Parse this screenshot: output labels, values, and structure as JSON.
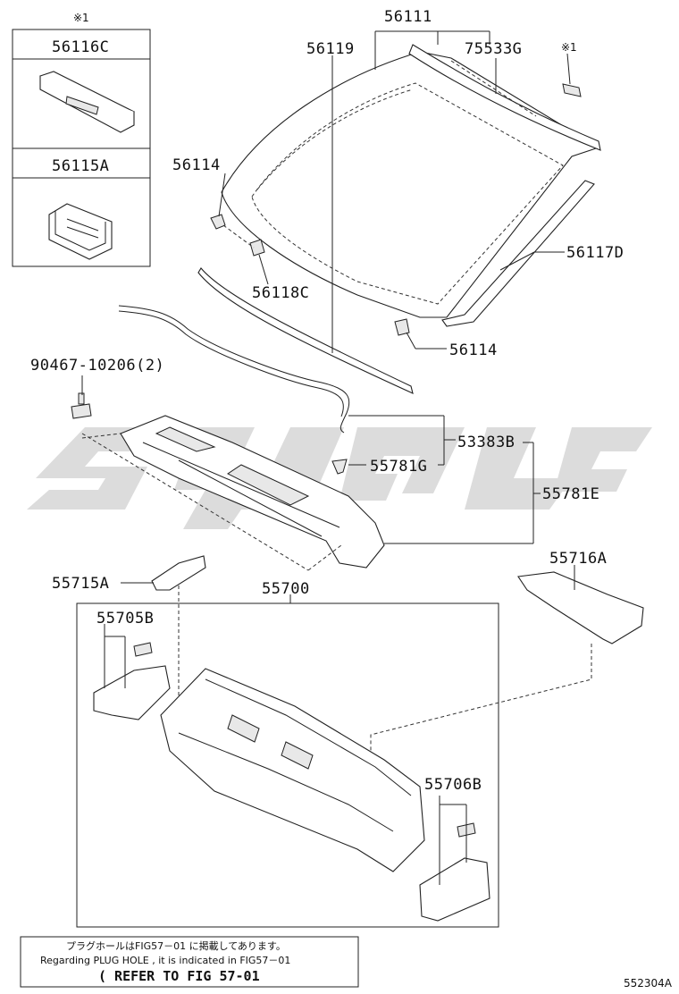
{
  "callouts": {
    "p56111": "56111",
    "p56119": "56119",
    "p75533G": "75533G",
    "p56116C": "56116C",
    "p56115A": "56115A",
    "p56114a": "56114",
    "p56114b": "56114",
    "p56117D": "56117D",
    "p56118C": "56118C",
    "p90467": "90467-10206(2)",
    "p53383B": "53383B",
    "p55781G": "55781G",
    "p55781E": "55781E",
    "p55716A": "55716A",
    "p55715A": "55715A",
    "p55700": "55700",
    "p55705B": "55705B",
    "p55706B": "55706B"
  },
  "marks": {
    "inset_mark": "※1",
    "glass_mark": "※1"
  },
  "note": {
    "line_jp": "プラグホールはFIG57－01 に掲載してあります。",
    "line_en": "Regarding PLUG HOLE , it is indicated in FIG57－01",
    "line_ref": "( REFER TO FIG 57-01"
  },
  "figure_id": "552304A",
  "colors": {
    "watermark": "#d9d9d9",
    "line": "#222222"
  }
}
